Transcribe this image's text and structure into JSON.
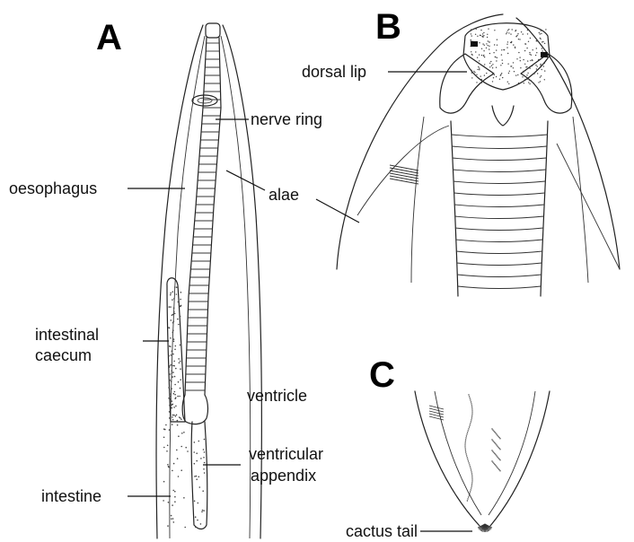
{
  "panels": {
    "a": "A",
    "b": "B",
    "c": "C"
  },
  "labels": {
    "nerve_ring": "nerve ring",
    "oesophagus": "oesophagus",
    "alae": "alae",
    "intestinal_caecum_1": "intestinal",
    "intestinal_caecum_2": "caecum",
    "ventricle": "ventricle",
    "ventricular_appendix_1": "ventricular",
    "ventricular_appendix_2": "appendix",
    "intestine": "intestine",
    "dorsal_lip": "dorsal lip",
    "cactus_tail": "cactus tail"
  },
  "colors": {
    "ink": "#222222",
    "background": "#ffffff"
  }
}
